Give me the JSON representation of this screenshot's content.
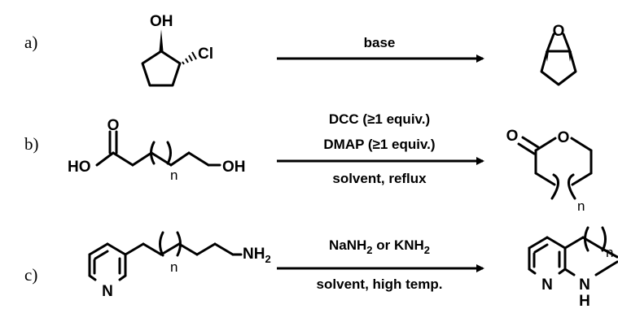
{
  "reactions": [
    {
      "label": "a)",
      "reactant": {
        "atoms": {
          "oh": "OH",
          "cl": "Cl"
        }
      },
      "conditions": [
        "base"
      ],
      "product": {
        "atoms": {
          "o": "O"
        }
      }
    },
    {
      "label": "b)",
      "reactant": {
        "atoms": {
          "o_carbonyl": "O",
          "ho": "HO",
          "oh": "OH"
        },
        "repeat_index": "n"
      },
      "conditions": [
        "DCC (≥1 equiv.)",
        "DMAP (≥1 equiv.)",
        "solvent, reflux"
      ],
      "product": {
        "atoms": {
          "o_carbonyl": "O",
          "o_ring": "O"
        },
        "repeat_index": "n"
      }
    },
    {
      "label": "c)",
      "reactant": {
        "atoms": {
          "n_ring": "N",
          "nh": "NH",
          "nh_sub": "2"
        },
        "repeat_index": "n"
      },
      "conditions_line1": {
        "a": "NaNH",
        "a_sub": "2",
        "mid": " or KNH",
        "b_sub": "2"
      },
      "conditions_line2": "solvent, high temp.",
      "product": {
        "atoms": {
          "n_ring": "N",
          "n_amine": "N",
          "h_amine": "H"
        },
        "repeat_index": "n"
      }
    }
  ]
}
